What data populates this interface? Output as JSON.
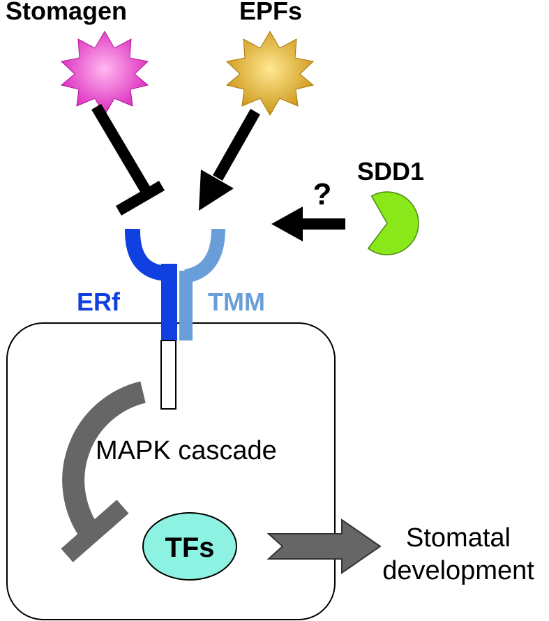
{
  "labels": {
    "stomagen": "Stomagen",
    "epfs": "EPFs",
    "sdd1": "SDD1",
    "question": "?",
    "erf": "ERf",
    "tmm": "TMM",
    "mapk": "MAPK cascade",
    "tfs": "TFs",
    "outcome_line1": "Stomatal",
    "outcome_line2": "development"
  },
  "colors": {
    "stomagen": "#e040c8",
    "epfs": "#e0b020",
    "sdd1": "#88ee10",
    "erf": "#1040e0",
    "tmm": "#6a9ed8",
    "tfs": "#8ef2e2",
    "cascade": "#666666",
    "arrow": "#000000"
  }
}
